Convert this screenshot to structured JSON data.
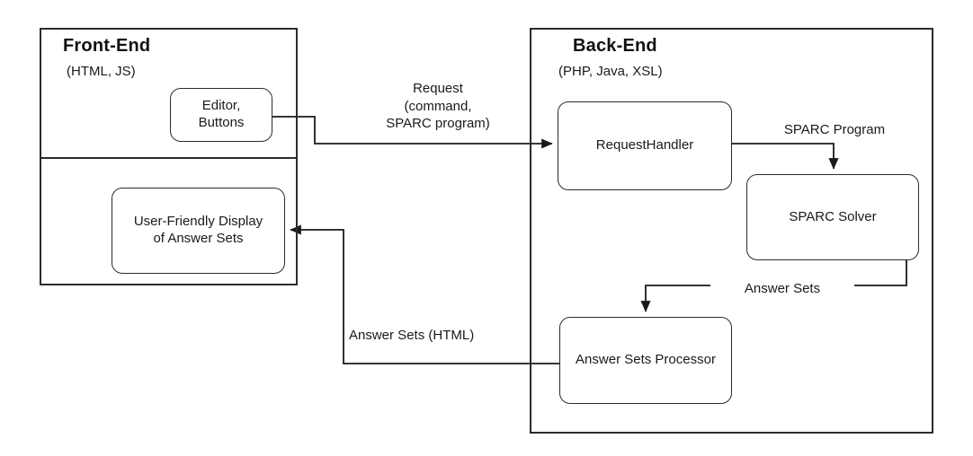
{
  "diagram": {
    "type": "architecture-flow",
    "title": "Front-End / Back-End system architecture",
    "background": "#ffffff",
    "line_color": "#2b2b2b",
    "text_color": "#1a1a1a"
  },
  "containers": [
    {
      "id": "front-end",
      "title": "Front-End",
      "subtitle": "(HTML, JS)"
    },
    {
      "id": "back-end",
      "title": "Back-End",
      "subtitle": "(PHP, Java, XSL)"
    }
  ],
  "nodes": [
    {
      "id": "editor-buttons",
      "label": "Editor,\nButtons"
    },
    {
      "id": "user-friendly-display",
      "label": "User-Friendly Display\nof Answer Sets"
    },
    {
      "id": "request-handler",
      "label": "RequestHandler"
    },
    {
      "id": "sparc-solver",
      "label": "SPARC Solver"
    },
    {
      "id": "answer-sets-processor",
      "label": "Answer Sets Processor"
    }
  ],
  "edges": [
    {
      "id": "request",
      "label": "Request\n(command,\nSPARC program)",
      "from": "editor-buttons",
      "to": "request-handler"
    },
    {
      "id": "sparc-program",
      "label": "SPARC Program",
      "from": "request-handler",
      "to": "sparc-solver"
    },
    {
      "id": "answer-sets",
      "label": "Answer Sets",
      "from": "sparc-solver",
      "to": "answer-sets-processor"
    },
    {
      "id": "answer-sets-html",
      "label": "Answer Sets (HTML)",
      "from": "answer-sets-processor",
      "to": "user-friendly-display"
    }
  ]
}
